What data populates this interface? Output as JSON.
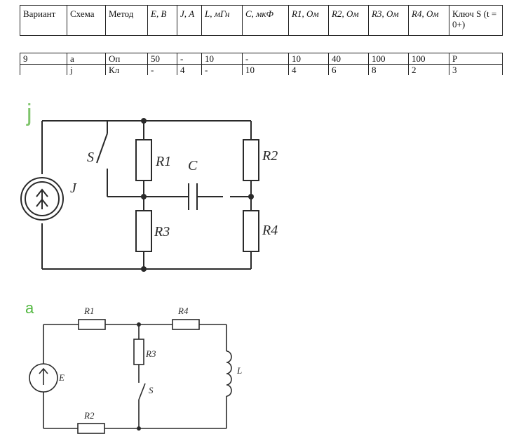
{
  "table": {
    "headers": [
      "Вариант",
      "Схема",
      "Метод",
      "E, В",
      "J, А",
      "L, мГн",
      "C, мкФ",
      "R1, Ом",
      "R2, Ом",
      "R3, Ом",
      "R4, Ом",
      "Ключ S (t = 0+)"
    ],
    "rows": [
      [
        "9",
        "a",
        "Оп",
        "50",
        "-",
        "10",
        "-",
        "10",
        "40",
        "100",
        "100",
        "P"
      ],
      [
        "",
        "j",
        "Кл",
        "-",
        "4",
        "-",
        "10",
        "4",
        "6",
        "8",
        "2",
        "3"
      ]
    ]
  },
  "circuit_j": {
    "tag": "j",
    "labels": {
      "source": "J",
      "switch": "S",
      "r1": "R1",
      "r2": "R2",
      "r3": "R3",
      "r4": "R4",
      "cap": "C"
    }
  },
  "circuit_a": {
    "tag": "a",
    "labels": {
      "source": "E",
      "switch": "S",
      "r1": "R1",
      "r2": "R2",
      "r3": "R3",
      "r4": "R4",
      "ind": "L"
    }
  },
  "colors": {
    "tag_j": "#7ec46a",
    "tag_a": "#52b840",
    "wire": "#2a2a2a"
  }
}
